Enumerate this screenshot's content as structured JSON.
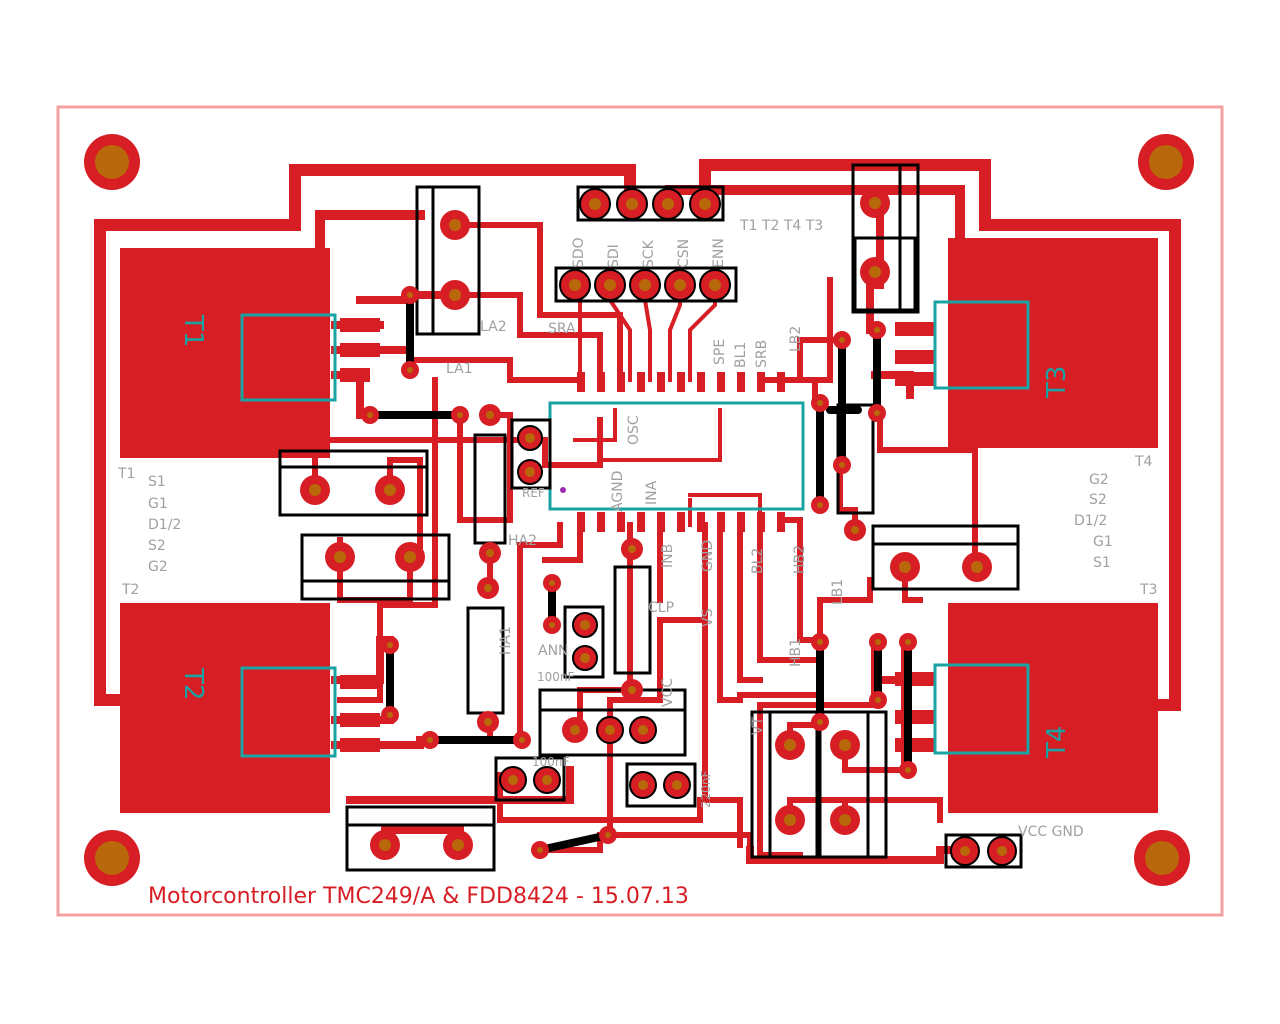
{
  "colors": {
    "copper": "#d61e24",
    "outline": "#f5a0a0",
    "drill": "#b8680a",
    "silk": "#000000",
    "cyan": "#1aa3a3",
    "label": "#a0a0a0",
    "jumper": "#000000"
  },
  "board": {
    "title": "Motorcontroller TMC249/A & FDD8424 - 15.07.13"
  },
  "connectors": {
    "top_header": "T1 T2 T4 T3",
    "spi_labels": [
      "SDO",
      "SDI",
      "SCK",
      "CSN",
      "ENN"
    ],
    "power": "VCC GND"
  },
  "transistors": {
    "t1": "T1",
    "t2": "T2",
    "t3": "T3",
    "t4": "T4",
    "t1_mark": "T1",
    "t2_mark": "T2",
    "t3_mark": "T3",
    "t4_mark": "T4"
  },
  "pins_left": [
    "S1",
    "G1",
    "D1/2",
    "S2",
    "G2"
  ],
  "pins_right": [
    "G2",
    "S2",
    "D1/2",
    "G1",
    "S1"
  ],
  "ic_labels": {
    "osc": "OSC",
    "agnd": "AGND",
    "ina": "INA",
    "inb": "INB",
    "gnd": "GND",
    "bl2": "BL2",
    "hb2": "HB2",
    "lb1": "LB1",
    "hb1": "HB1",
    "spe": "SPE",
    "bl1": "BL1",
    "srb": "SRB",
    "lb2": "LB2",
    "sra": "SRA",
    "la2": "LA2",
    "la1": "LA1",
    "ha2": "HA2",
    "ha1": "HA1",
    "ref": "REF",
    "clp": "CLP",
    "ann": "ANN",
    "vs": "VS",
    "vcc": "VCC",
    "vt": "VT",
    "c100n": "100nF",
    "c100n2": "100nF",
    "c220n": "220nF"
  }
}
